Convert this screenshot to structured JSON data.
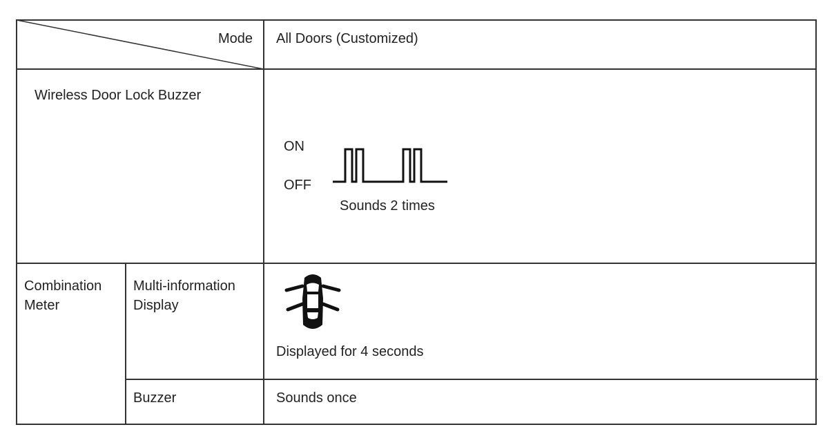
{
  "table": {
    "header": {
      "mode_label": "Mode",
      "mode_value": "All Doors (Customized)"
    },
    "wireless_buzzer": {
      "label": "Wireless Door Lock Buzzer",
      "signal_on": "ON",
      "signal_off": "OFF",
      "description": "Sounds 2 times"
    },
    "combination_meter": {
      "label_line1": "Combination",
      "label_line2": "Meter",
      "mid": {
        "label_line1": "Multi-information",
        "label_line2": "Display",
        "icon": "car-doors-open-icon",
        "description": "Displayed for 4 seconds"
      },
      "buzzer": {
        "label": "Buzzer",
        "description": "Sounds once"
      }
    }
  }
}
